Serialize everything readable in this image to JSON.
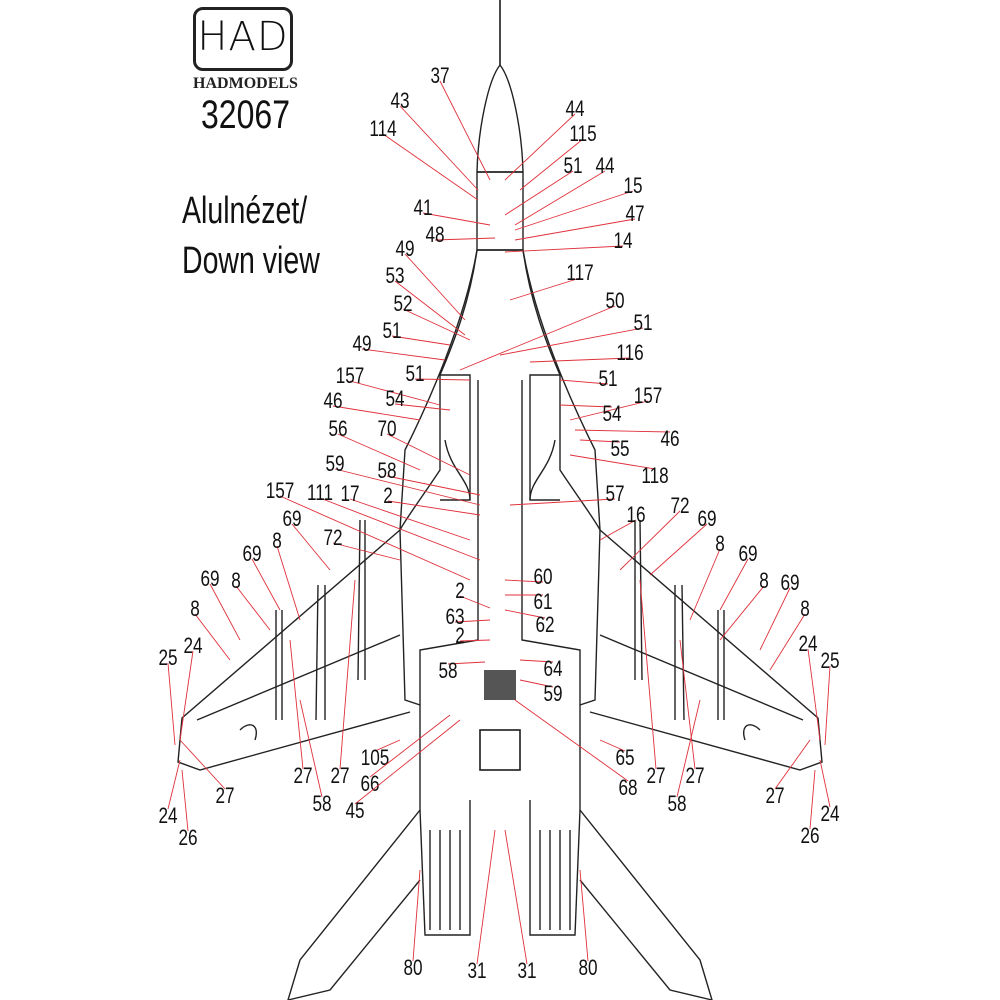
{
  "logo": {
    "mark": "HAD",
    "brand": "HADMODELS",
    "code": "32067"
  },
  "title": {
    "line1": "Alulnézet/",
    "line2": "Down view"
  },
  "colors": {
    "leader": "#e0303a",
    "outline": "#222222",
    "marking": "#6a88c8"
  },
  "callouts": [
    "37",
    "43",
    "114",
    "44",
    "115",
    "51",
    "44",
    "15",
    "47",
    "14",
    "41",
    "48",
    "49",
    "117",
    "53",
    "52",
    "50",
    "51",
    "51",
    "49",
    "116",
    "157",
    "51",
    "51",
    "157",
    "54",
    "46",
    "54",
    "46",
    "70",
    "56",
    "55",
    "118",
    "59",
    "58",
    "2",
    "17",
    "111",
    "157",
    "57",
    "16",
    "72",
    "69",
    "69",
    "72",
    "8",
    "8",
    "69",
    "69",
    "60",
    "8",
    "8",
    "69",
    "69",
    "61",
    "2",
    "63",
    "62",
    "8",
    "8",
    "2",
    "24",
    "24",
    "25",
    "25",
    "58",
    "64",
    "59",
    "105",
    "65",
    "27",
    "27",
    "27",
    "27",
    "27",
    "27",
    "66",
    "68",
    "58",
    "58",
    "45",
    "24",
    "24",
    "26",
    "26",
    "80",
    "31",
    "31",
    "80"
  ]
}
